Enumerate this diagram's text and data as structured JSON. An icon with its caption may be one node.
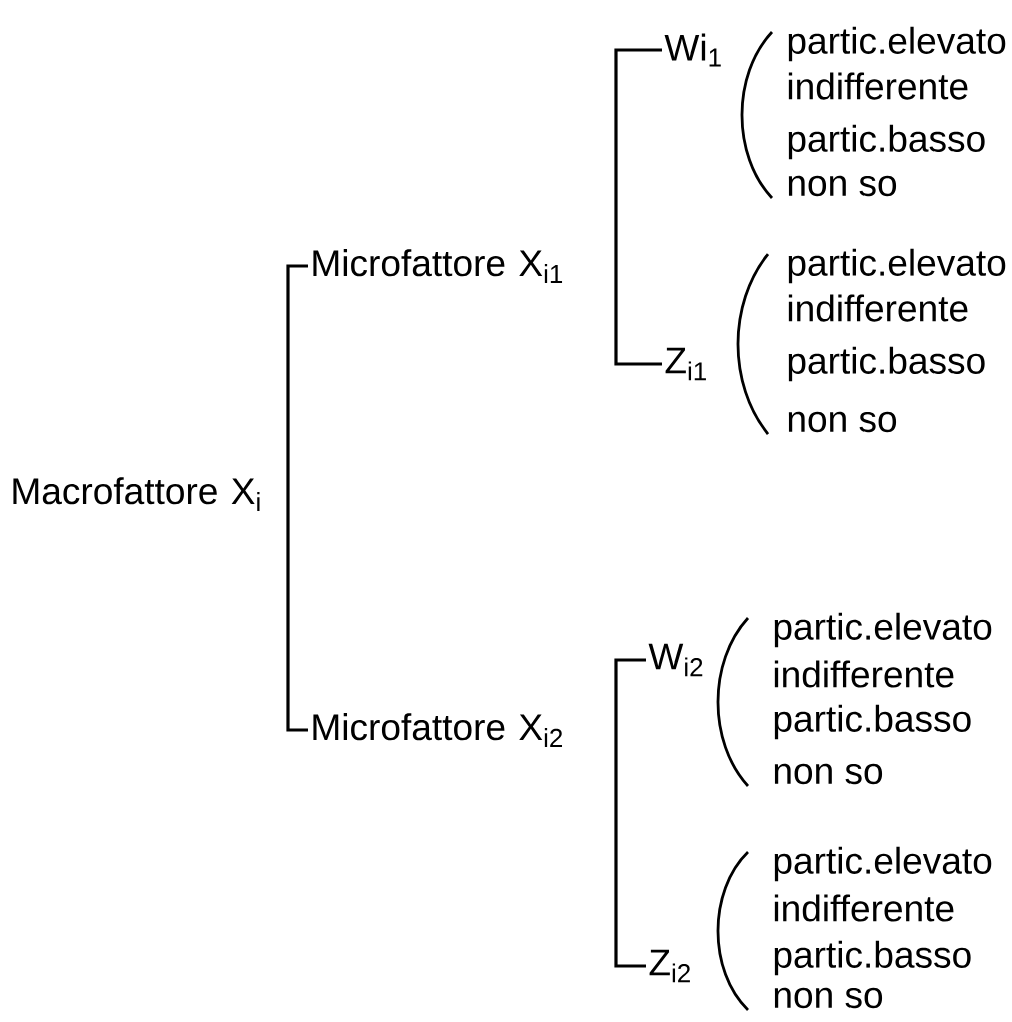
{
  "diagram": {
    "nodes": [
      {
        "text": [
          "Macrofattore X$_{i}$"
        ]
      },
      {
        "text": [
          "Microfattore  X$_{i1}$"
        ]
      },
      {
        "text": [
          "Microfattore X$_{i2}$"
        ]
      },
      {
        "text": [
          "Wi$_{1}$"
        ],
        "beside": [
          "partic.elevato",
          "indifferente",
          "partic.basso",
          "non so"
        ]
      },
      {
        "text": [
          "Z$_{i1}$"
        ],
        "beside": [
          "partic.elevato",
          "indifferente",
          "partic.basso",
          "non so"
        ]
      },
      {
        "text": [
          "W$_{i2}$"
        ],
        "beside": [
          "partic.elevato",
          "indifferente",
          "partic.basso",
          "non so"
        ]
      },
      {
        "text": [
          "Z$_{i2}$"
        ],
        "beside": [
          "partic.elevato",
          "indifferente",
          "partic.basso",
          "non so"
        ]
      }
    ],
    "edges": [
      {
        "from": 0,
        "to": 1,
        "arrow": "none"
      },
      {
        "from": 0,
        "to": 2,
        "arrow": "none"
      },
      {
        "from": 1,
        "to": 3,
        "arrow": "none"
      },
      {
        "from": 1,
        "to": 4,
        "arrow": "none"
      },
      {
        "from": 2,
        "to": 5,
        "arrow": "none"
      },
      {
        "from": 2,
        "to": 6,
        "arrow": "none"
      }
    ]
  }
}
